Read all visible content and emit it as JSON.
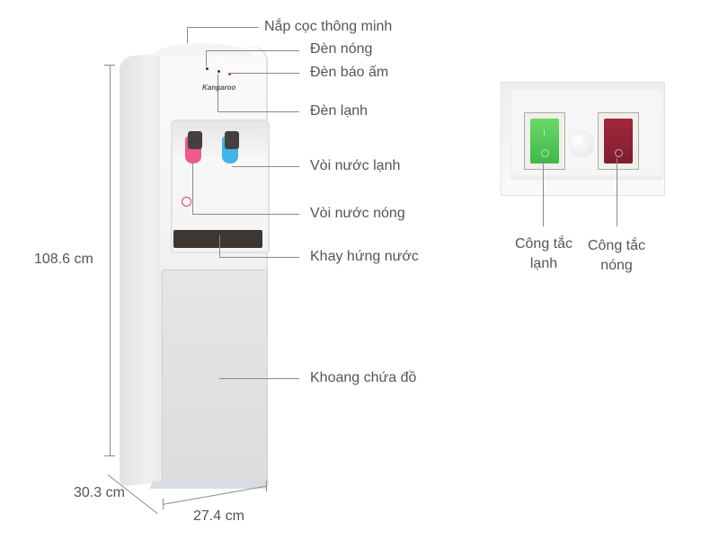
{
  "product": {
    "brand": "Kangaroo",
    "type": "water-dispenser"
  },
  "callouts": [
    {
      "id": "smart-cup-lid",
      "label": "Nắp cọc thông minh"
    },
    {
      "id": "hot-light",
      "label": "Đèn nóng"
    },
    {
      "id": "warm-light",
      "label": "Đèn báo ấm"
    },
    {
      "id": "cold-light",
      "label": "Đèn lạnh"
    },
    {
      "id": "cold-tap",
      "label": "Vòi nước lạnh"
    },
    {
      "id": "hot-tap",
      "label": "Vòi nước nóng"
    },
    {
      "id": "drip-tray",
      "label": "Khay hứng nước"
    },
    {
      "id": "storage-cabinet",
      "label": "Khoang chứa đồ"
    }
  ],
  "dimensions": {
    "height": "108.6 cm",
    "depth": "30.3 cm",
    "width": "27.4 cm"
  },
  "switches": {
    "cold": {
      "line1": "Công tắc",
      "line2": "lạnh",
      "color": "#4cc555"
    },
    "hot": {
      "line1": "Công tắc",
      "line2": "nóng",
      "color": "#8e2035"
    }
  },
  "colors": {
    "hot_tap": "#ee5a8c",
    "cold_tap": "#3fb5e8",
    "label_text": "#555555",
    "leader_line": "#8a8a8a"
  }
}
